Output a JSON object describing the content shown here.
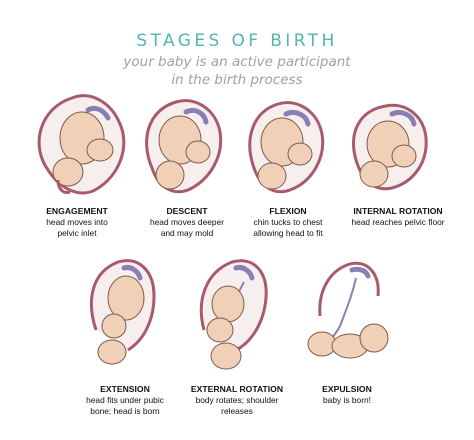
{
  "header": {
    "title": "STAGES OF BIRTH",
    "subtitle_line1": "your baby is an active participant",
    "subtitle_line2": "in the birth process"
  },
  "colors": {
    "title": "#52b6b0",
    "uterus_outline": "#a85a6c",
    "uterus_fill": "#f7eeee",
    "placenta": "#8a7fb5",
    "baby_fill": "#f1d0b8",
    "baby_outline": "#7a5c4c",
    "text": "#111111"
  },
  "stages": [
    {
      "name": "ENGAGEMENT",
      "desc1": "head moves into",
      "desc2": "pelvic inlet",
      "icon": "engagement-illustration"
    },
    {
      "name": "DESCENT",
      "desc1": "head moves deeper",
      "desc2": "and may mold",
      "icon": "descent-illustration"
    },
    {
      "name": "FLEXION",
      "desc1": "chin tucks to chest",
      "desc2": "allowing head to fit",
      "icon": "flexion-illustration"
    },
    {
      "name": "INTERNAL ROTATION",
      "desc1": "head reaches pelvic floor",
      "desc2": "",
      "icon": "internal-rotation-illustration"
    },
    {
      "name": "EXTENSION",
      "desc1": "head fits under pubic",
      "desc2": "bone; head is born",
      "icon": "extension-illustration"
    },
    {
      "name": "EXTERNAL ROTATION",
      "desc1": "body rotates; shoulder",
      "desc2": "releases",
      "icon": "external-rotation-illustration"
    },
    {
      "name": "EXPULSION",
      "desc1": "baby is born!",
      "desc2": "",
      "icon": "expulsion-illustration"
    }
  ]
}
